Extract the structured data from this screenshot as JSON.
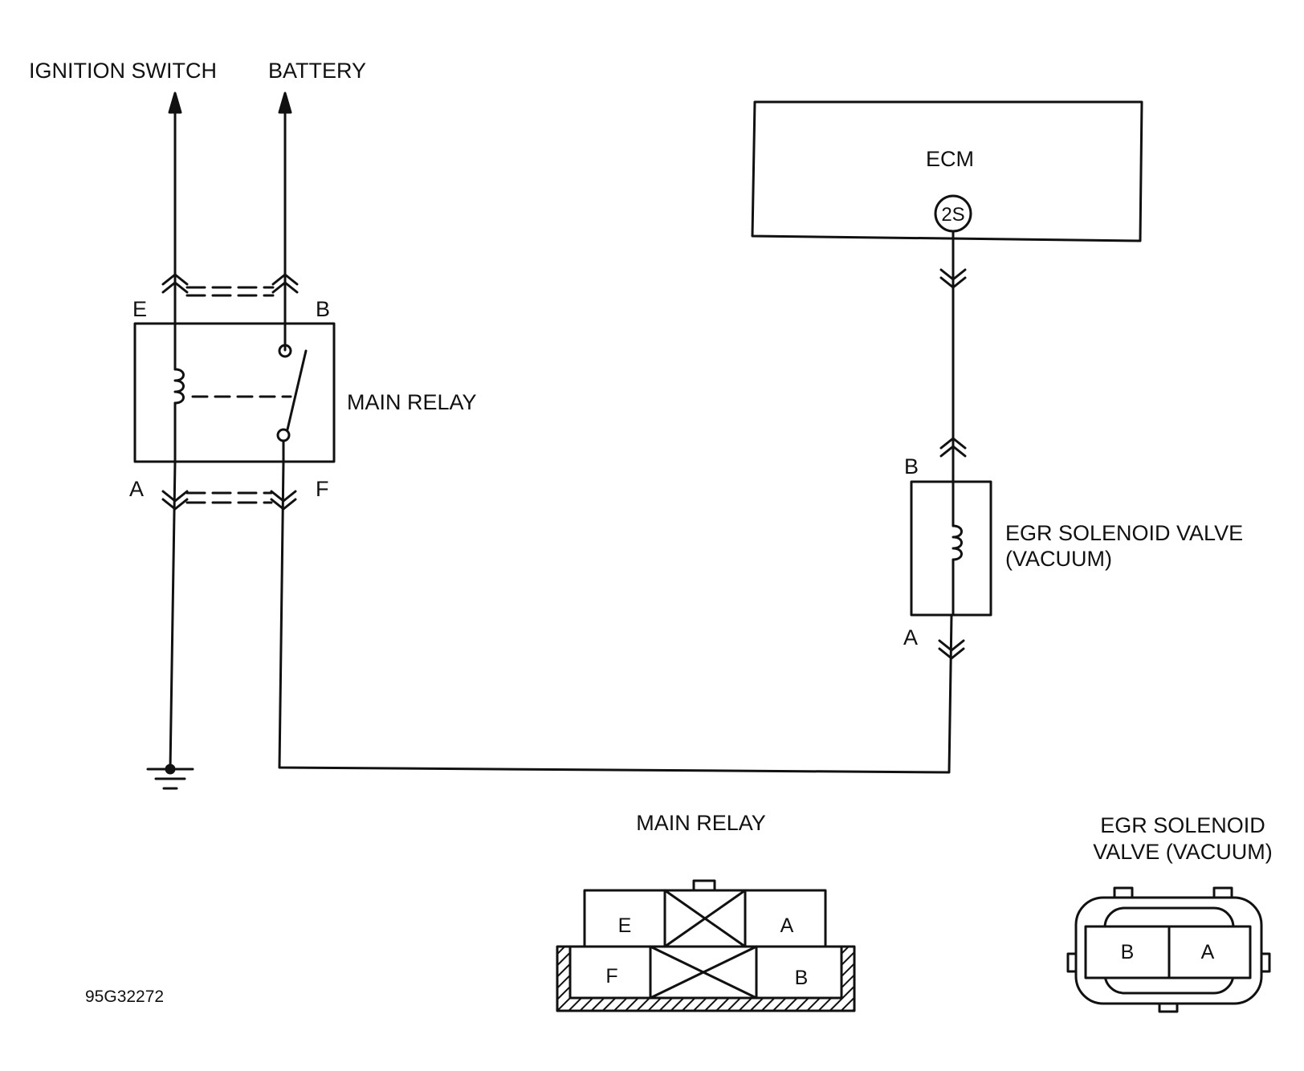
{
  "labels": {
    "ignition_switch": "IGNITION SWITCH",
    "battery": "BATTERY",
    "ecm": "ECM",
    "ecm_terminal": "2S",
    "main_relay": "MAIN RELAY",
    "egr_valve_line1": "EGR SOLENOID VALVE",
    "egr_valve_line2": "(VACUUM)",
    "figure_id": "95G32272"
  },
  "relay_terminals": {
    "e": "E",
    "b": "B",
    "a": "A",
    "f": "F"
  },
  "egr_terminals": {
    "b": "B",
    "a": "A"
  },
  "connectors": {
    "main_relay": {
      "title": "MAIN RELAY",
      "top": [
        "E",
        "A"
      ],
      "bottom": [
        "F",
        "B"
      ]
    },
    "egr_valve": {
      "title_line1": "EGR SOLENOID",
      "title_line2": "VALVE (VACUUM)",
      "pins": [
        "B",
        "A"
      ]
    }
  },
  "colors": {
    "ink": "#111111",
    "background": "#ffffff"
  }
}
